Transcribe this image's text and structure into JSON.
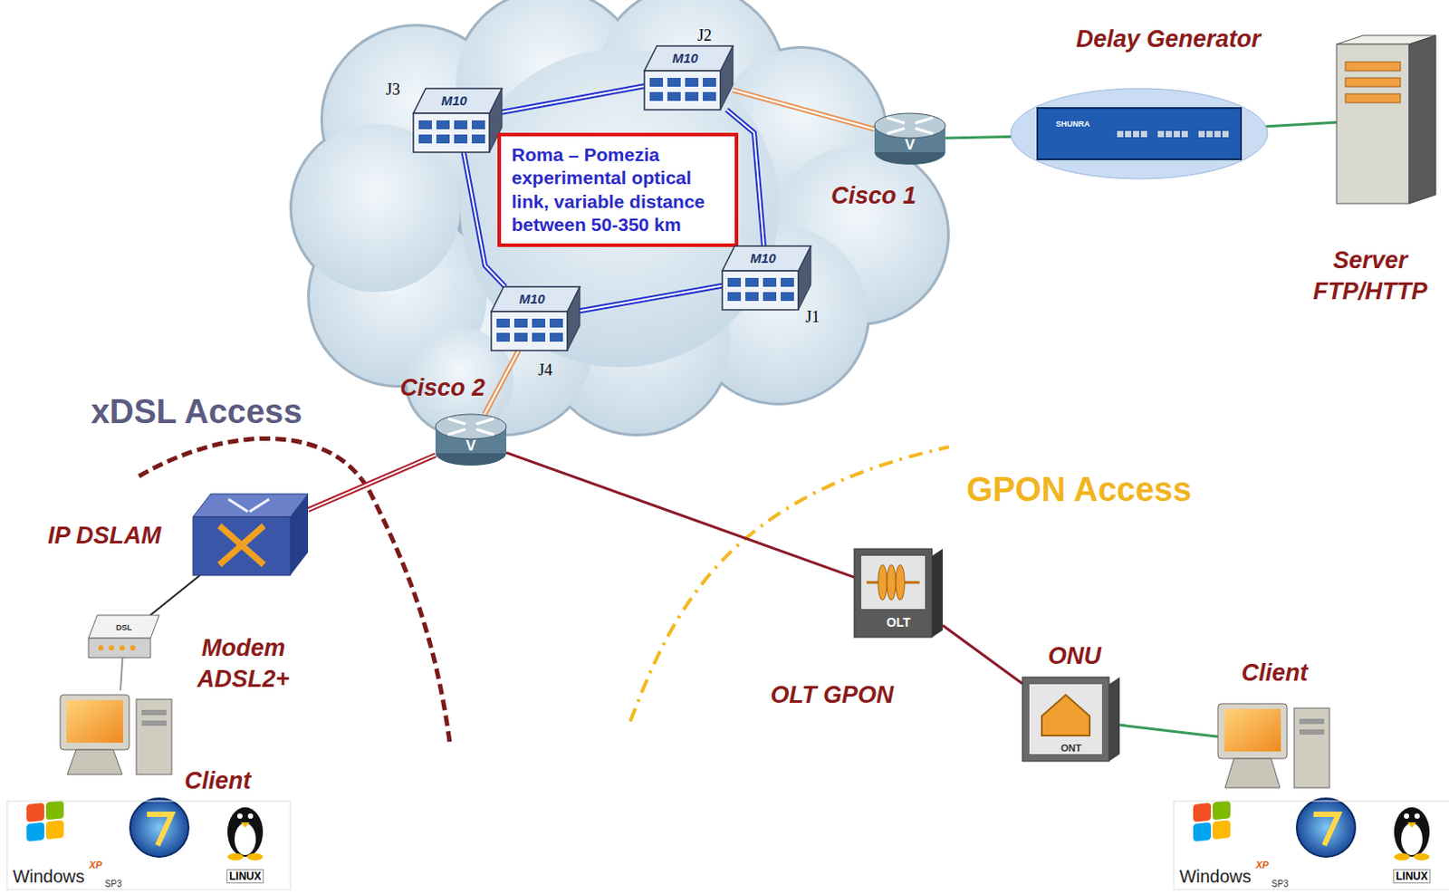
{
  "diagram": {
    "nodes": [
      {
        "text": [
          "M10",
          "J3"
        ]
      },
      {
        "text": [
          "M10",
          "J2"
        ]
      },
      {
        "text": [
          "Roma – Pomezia experimental optical link, variable distance between 50-350 km"
        ]
      },
      {
        "text": [
          "V",
          "Cisco 1"
        ]
      },
      {
        "text": [
          "SHUNRA",
          "Delay Generator"
        ]
      },
      {
        "text": [
          "Server FTP/HTTP"
        ]
      },
      {
        "text": [
          "M10",
          "J1"
        ]
      },
      {
        "text": [
          "M10",
          "J4"
        ]
      },
      {
        "text": [
          "V",
          "Cisco 2"
        ]
      },
      {
        "text": [
          "IP DSLAM"
        ]
      },
      {
        "text": [
          "DSL",
          "Modem ADSL2+"
        ]
      },
      {
        "text": [
          "OLT",
          "OLT GPON"
        ]
      },
      {
        "text": [
          "ONT",
          "ONU"
        ]
      },
      {
        "text": [
          "Client"
        ]
      },
      {
        "text": [
          "Client"
        ]
      }
    ],
    "edges": [
      {
        "from": 0,
        "to": 1,
        "arrow": "none"
      },
      {
        "from": 0,
        "to": 7,
        "arrow": "none"
      },
      {
        "from": 1,
        "to": 6,
        "arrow": "none"
      },
      {
        "from": 7,
        "to": 6,
        "arrow": "none"
      },
      {
        "from": 1,
        "to": 3,
        "arrow": "none"
      },
      {
        "from": 3,
        "to": 4,
        "arrow": "none"
      },
      {
        "from": 4,
        "to": 5,
        "arrow": "none"
      },
      {
        "from": 7,
        "to": 8,
        "arrow": "none"
      },
      {
        "from": 8,
        "to": 9,
        "arrow": "none"
      },
      {
        "from": 8,
        "to": 11,
        "arrow": "none"
      },
      {
        "from": 11,
        "to": 12,
        "arrow": "none"
      },
      {
        "from": 12,
        "to": 14,
        "arrow": "none"
      },
      {
        "from": 9,
        "to": 10,
        "arrow": "none"
      },
      {
        "from": 10,
        "to": 13,
        "arrow": "none"
      }
    ],
    "labels": [
      "xDSL Access",
      "GPON Access",
      "Windows",
      "XP",
      "SP3",
      "LINUX",
      "Windows",
      "XP",
      "SP3",
      "LINUX"
    ]
  }
}
